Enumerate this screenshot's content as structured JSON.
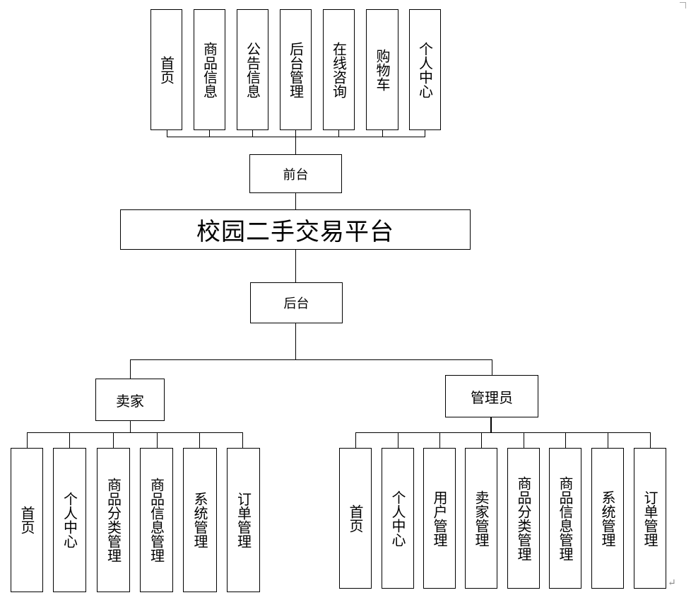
{
  "center": {
    "label": "校园二手交易平台"
  },
  "front": {
    "label": "前台",
    "items": [
      "首页",
      "商品信息",
      "公告信息",
      "后台管理",
      "在线咨询",
      "购物车",
      "个人中心"
    ]
  },
  "back": {
    "label": "后台"
  },
  "seller": {
    "label": "卖家",
    "items": [
      "首页",
      "个人中心",
      "商品分类管理",
      "商品信息管理",
      "系统管理",
      "订单管理"
    ]
  },
  "admin": {
    "label": "管理员",
    "items": [
      "首页",
      "个人中心",
      "用户管理",
      "卖家管理",
      "商品分类管理",
      "商品信息管理",
      "系统管理",
      "订单管理"
    ]
  },
  "mark": {
    "return_glyph": "↵"
  }
}
